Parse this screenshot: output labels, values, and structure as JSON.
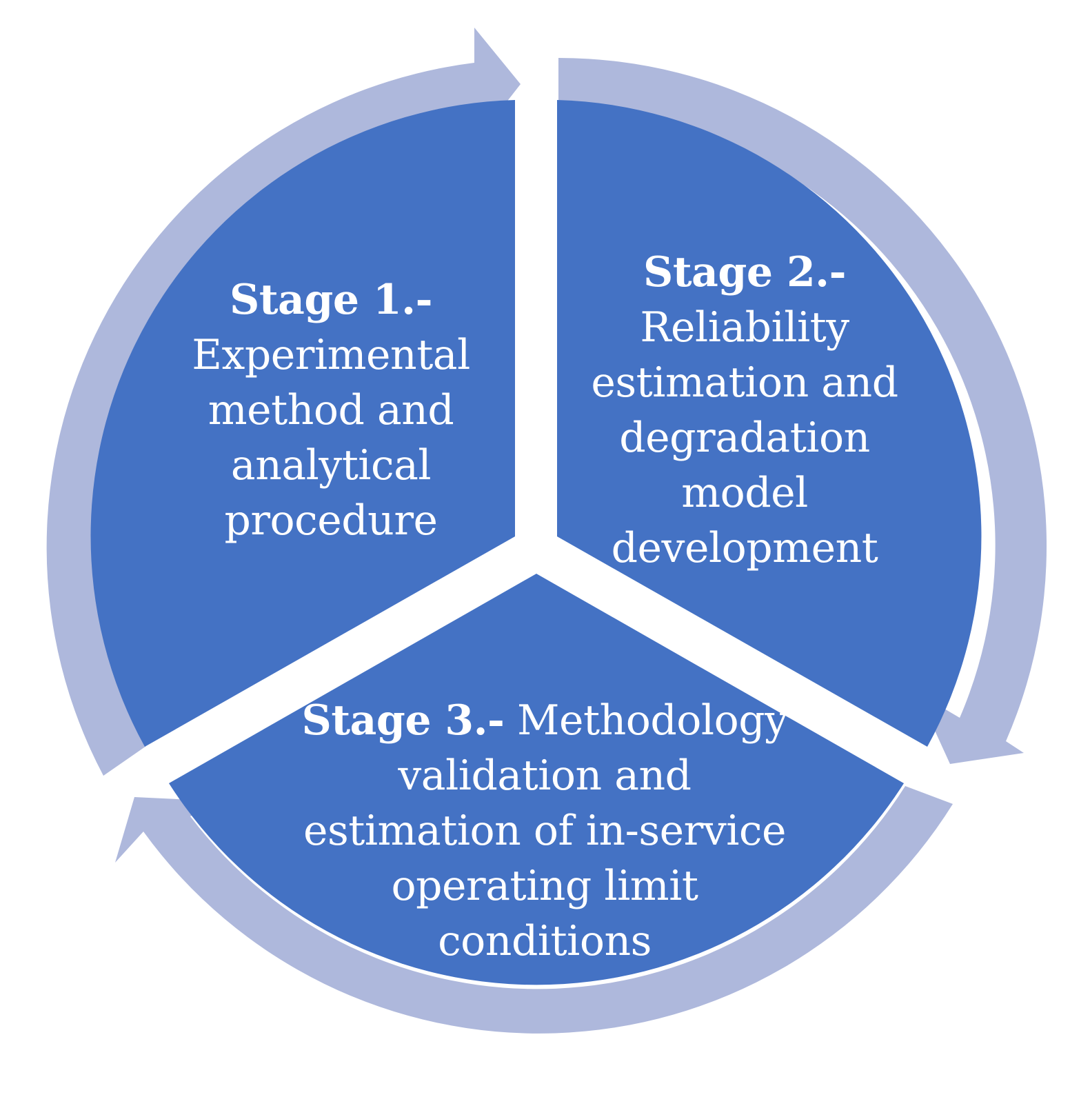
{
  "colors": {
    "segment_fill": "#4472C4",
    "arrow_fill": "#AEB8DC",
    "text": "#FFFFFF",
    "background": "#FFFFFF"
  },
  "stages": [
    {
      "heading": "Stage 1.-",
      "lines": [
        "Experimental",
        "method and",
        "analytical",
        "procedure"
      ]
    },
    {
      "heading": "Stage 2.-",
      "lines": [
        "Reliability",
        "estimation and",
        "degradation",
        "model",
        "development"
      ]
    },
    {
      "heading": "Stage 3.-",
      "first_line_rest": " Methodology",
      "lines": [
        "validation and",
        "estimation of in-service",
        "operating limit",
        "conditions"
      ]
    }
  ]
}
